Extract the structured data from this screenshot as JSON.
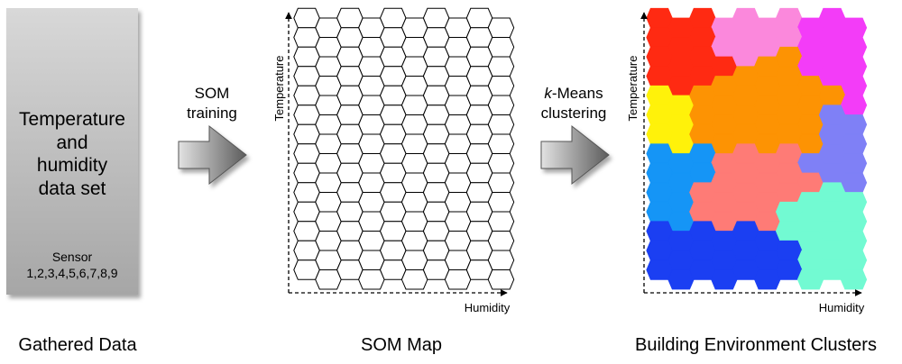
{
  "data_box": {
    "title_lines": [
      "Temperature",
      "and",
      "humidity",
      "data set"
    ],
    "sensor_lines": [
      "Sensor",
      "1,2,3,4,5,6,7,8,9"
    ]
  },
  "arrow1": {
    "lines": [
      "SOM",
      "training"
    ]
  },
  "arrow2": {
    "italic": "k",
    "line1_rest": "-Means",
    "line2": "clustering"
  },
  "som_map": {
    "y_label": "Temperature",
    "x_label": "Humidity"
  },
  "cluster_map": {
    "y_label": "Temperature",
    "x_label": "Humidity",
    "cluster_colors": {
      "A": "#ff2a12",
      "B": "#fb88dc",
      "C": "#f33cf8",
      "D": "#fff20a",
      "E": "#fd9303",
      "F": "#7f80f6",
      "G": "#1595f6",
      "H": "#fe7b76",
      "I": "#72fad2",
      "J": "#1b3ff2"
    },
    "grid": [
      "AAABBBBCCC",
      "AAABBBBCCC",
      "AAAABEECCC",
      "AAAEEEEECC",
      "DDEEEEEEEC",
      "DDEEEEEEFF",
      "DDEEEEEEFF",
      "GGGHHHHFFF",
      "GGGHHHHHFF",
      "GGHHHHHIII",
      "GGHHHHIIII",
      "JJJJJJIIII",
      "JJJJJJJIII",
      "JJJJJJJIII"
    ]
  },
  "captions": {
    "left": "Gathered Data",
    "middle": "SOM Map",
    "right": "Building Environment Clusters"
  }
}
